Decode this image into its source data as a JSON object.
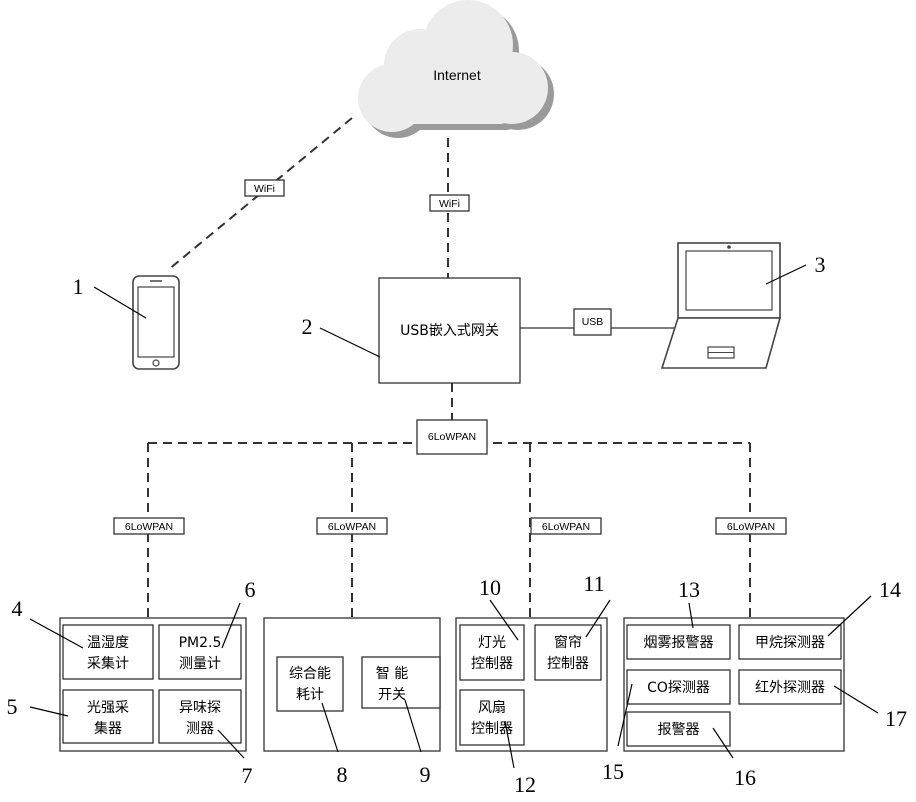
{
  "cloud": {
    "label": "Internet"
  },
  "gateway": {
    "label": "USB嵌入式网关"
  },
  "links": {
    "wifi_phone": "WiFi",
    "wifi_gateway": "WiFi",
    "usb": "USB",
    "lowpan_hub": "6LoWPAN",
    "lowpan_1": "6LoWPAN",
    "lowpan_2": "6LoWPAN",
    "lowpan_3": "6LoWPAN",
    "lowpan_4": "6LoWPAN"
  },
  "refs": {
    "r1": "1",
    "r2": "2",
    "r3": "3",
    "r4": "4",
    "r5": "5",
    "r6": "6",
    "r7": "7",
    "r8": "8",
    "r9": "9",
    "r10": "10",
    "r11": "11",
    "r12": "12",
    "r13": "13",
    "r14": "14",
    "r15": "15",
    "r16": "16",
    "r17": "17"
  },
  "group1": {
    "temp_humidity": [
      "温湿度",
      "采集计"
    ],
    "pm25": [
      "PM2.5",
      "测量计"
    ],
    "light": [
      "光强采",
      "集器"
    ],
    "odor": [
      "异味探",
      "测器"
    ]
  },
  "group2": {
    "energy": [
      "综合能",
      "耗计"
    ],
    "switch": [
      "智 能",
      "开关"
    ]
  },
  "group3": {
    "lamp": [
      "灯光",
      "控制器"
    ],
    "curtain": [
      "窗帘",
      "控制器"
    ],
    "fan": [
      "风扇",
      "控制器"
    ]
  },
  "group4": {
    "smoke": "烟雾报警器",
    "methane": "甲烷探测器",
    "co": "CO探测器",
    "infrared": "红外探测器",
    "alarm": "报警器"
  }
}
